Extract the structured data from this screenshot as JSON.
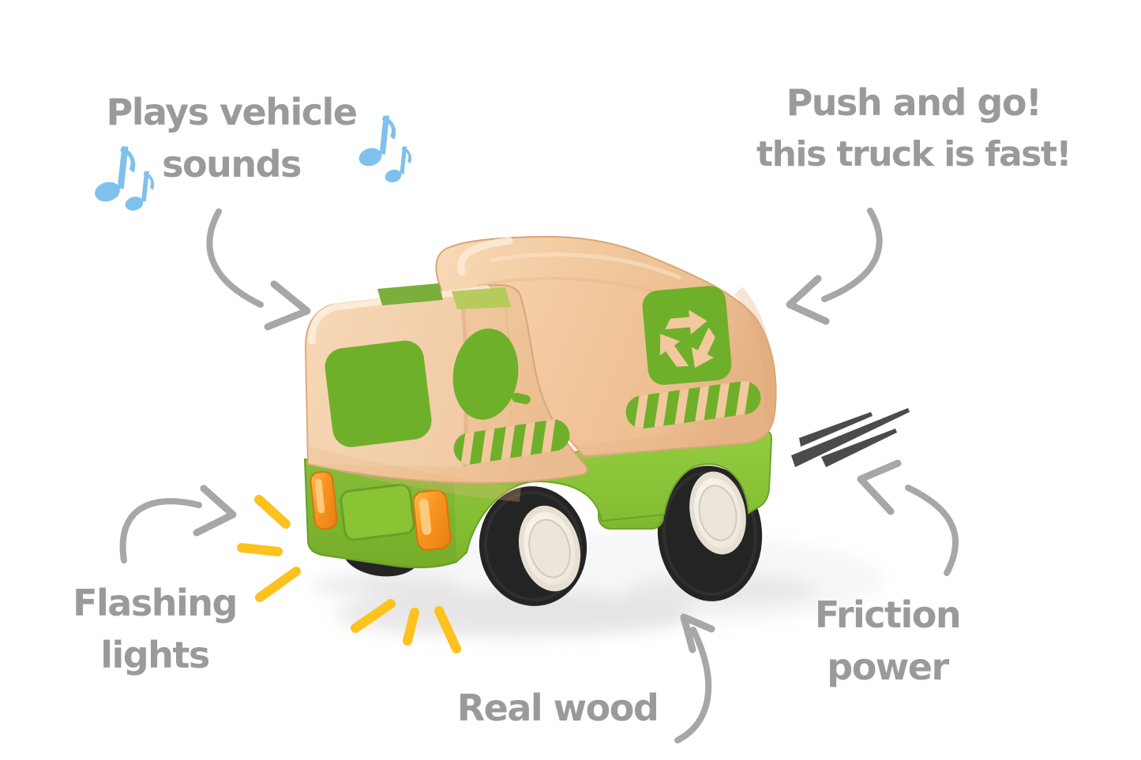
{
  "annotations": {
    "plays_sounds": {
      "line1": "Plays vehicle",
      "line2": "sounds"
    },
    "push_and_go": {
      "line1": "Push and go!",
      "line2": "this truck is fast!"
    },
    "flashing_lights": {
      "line1": "Flashing",
      "line2": "lights"
    },
    "real_wood": {
      "text": "Real wood"
    },
    "friction_power": {
      "line1": "Friction",
      "line2": "power"
    }
  },
  "semantics": {
    "subject": "wooden-toy-recycling-garbage-truck",
    "icons": [
      "music-notes-icon",
      "curved-arrow-icon",
      "flash-rays-icon",
      "speed-lines-icon",
      "recycling-icon",
      "hazard-stripes-icon"
    ]
  },
  "colors": {
    "text_gray": "#9a9a9a",
    "arrow_gray": "#a7a7a7",
    "note_blue": "#7fc1ec",
    "flash_yellow": "#fcc21d",
    "speed_dark": "#4b4b4b",
    "green_plastic": "#8ac433",
    "green_plastic_dark": "#74ab26",
    "green_print": "#6fb02a",
    "wood": "#f2c89e",
    "wood_light": "#fae3c7",
    "wood_dark": "#dfa877",
    "orange": "#f79420",
    "orange_dark": "#d9730e",
    "orange_light": "#ffd28a",
    "tire": "#242424",
    "hub_light": "#f7f4ee",
    "hub_mid": "#e6e0d2",
    "hub_ring": "#d2cabb",
    "shadow": "#dedede",
    "background": "#ffffff"
  }
}
